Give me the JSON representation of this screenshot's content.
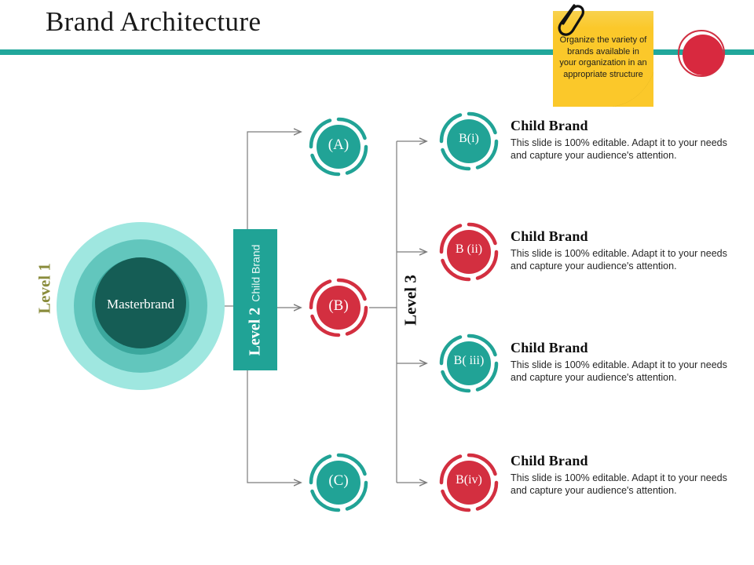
{
  "header": {
    "title": "Brand Architecture",
    "rule_color": "#21a79b",
    "accent_dot_color": "#d8293f"
  },
  "sticky_note": {
    "text": "Organize the variety  of brands available in your organization in an appropriate structure",
    "color": "#fbc82a",
    "fold_color": "#9e8215",
    "clip_icon": "paperclip-icon"
  },
  "levels": {
    "level1": {
      "label": "Level 1",
      "color": "#8a8c3c"
    },
    "level2": {
      "label": "Level 2",
      "sublabel": "Child Brand",
      "bar_color": "#20a396"
    },
    "level3": {
      "label": "Level 3",
      "color": "#111111"
    }
  },
  "masterbrand": {
    "label": "Masterbrand",
    "ring_outer_color": "#9fe7e0",
    "ring_mid_color": "#62c6bd",
    "ring_inner_color": "#3ba79d",
    "core_color": "#155d55"
  },
  "brand_nodes": [
    {
      "id": "a",
      "label": "(A)",
      "color": "#21a396"
    },
    {
      "id": "b",
      "label": "(B)",
      "color": "#d32f40"
    },
    {
      "id": "c",
      "label": "(C)",
      "color": "#21a396"
    }
  ],
  "child_brands": [
    {
      "id": "bi",
      "node_label": "B(i)",
      "color": "#21a396",
      "heading": "Child Brand",
      "body": "This slide is 100% editable. Adapt it to your needs and capture your audience's attention."
    },
    {
      "id": "bii",
      "node_label": "B (ii)",
      "color": "#d32f40",
      "heading": "Child Brand",
      "body": "This slide is 100% editable. Adapt it to your needs and capture your audience's attention."
    },
    {
      "id": "biii",
      "node_label": "B( iii)",
      "color": "#21a396",
      "heading": "Child Brand",
      "body": "This slide is 100% editable. Adapt it to your needs and capture your audience's attention."
    },
    {
      "id": "biv",
      "node_label": "B(iv)",
      "color": "#d32f40",
      "heading": "Child Brand",
      "body": "This slide is 100% editable. Adapt it to your needs and capture your audience's attention."
    }
  ],
  "connector_color": "#7c7c7c"
}
